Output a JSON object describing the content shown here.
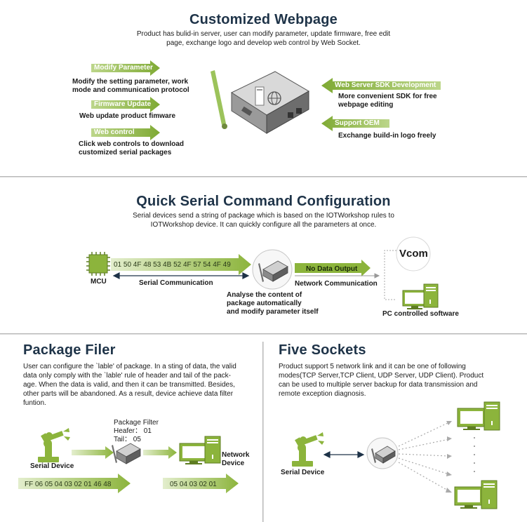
{
  "s1": {
    "title": "Customized Webpage",
    "subtitle_l1": "Product has bulid-in server, user can modify parameter, update firmware, free edit",
    "subtitle_l2": "page, exchange logo and develop web control by Web Socket.",
    "left": [
      {
        "tag": "Modify Parameter",
        "d1": "Modify the setting parameter, work",
        "d2": "mode and communication protocol"
      },
      {
        "tag": "Firmware Update",
        "d1": "Web update product fimware",
        "d2": ""
      },
      {
        "tag": "Web control",
        "d1": "Click web controls to download",
        "d2": "customized serial packages"
      }
    ],
    "right": [
      {
        "tag": "Web Server SDK Development",
        "d1": "More convenient SDK for free",
        "d2": "webpage editing"
      },
      {
        "tag": "Support OEM",
        "d1": "Exchange build-in logo freely",
        "d2": ""
      }
    ]
  },
  "s2": {
    "title": "Quick Serial Command Configuration",
    "subtitle_l1": "Serial devices send a string of package which is based on the IOTWorkshop rules to",
    "subtitle_l2": "IOTWorkshop device. It can quickly configure all the parameters at once.",
    "mcu": "MCU",
    "hex": "01 50 4F 48 53 4B 52 4F 57 54 4F 49",
    "serial_comm": "Serial Communication",
    "analyse_l1": "Analyse the content of",
    "analyse_l2": "package automatically",
    "analyse_l3": "and modify parameter itself",
    "no_data": "No Data Output",
    "net_comm": "Network Communication",
    "vcom": "Vcom",
    "pc": "PC controlled software"
  },
  "s3": {
    "title": "Package Filer",
    "p": [
      "User can configure the `lable' of package. In a sting of data, the valid",
      "data only comply with the `lable' rule of header and tail of the pack-",
      "age. When the data is valid, and then it can be transmitted. Besides,",
      "other parts will be abandoned. As a result, device achieve data filter",
      "funtion."
    ],
    "filter_title": "Package Filter",
    "header": "Heafer： 01",
    "tail": "Tail： 05",
    "serial_device": "Serial Device",
    "network_l1": "Network",
    "network_l2": "Device",
    "in_hex": "FF 06 05 04 03 02 01 46 48",
    "out_hex": "05 04 03 02 01"
  },
  "s4": {
    "title": "Five Sockets",
    "p": [
      "Product support 5 network link and it can be one of following",
      "modes(TCP Server,TCP Client, UDP Server, UDP Client). Product",
      "can be used to multiple server backup for data transmission and",
      "remote exception diagnosis."
    ],
    "serial_device": "Serial Device"
  },
  "colors": {
    "green": "#8cb43c",
    "navy": "#1e3348",
    "divider": "#b8b8b8"
  }
}
